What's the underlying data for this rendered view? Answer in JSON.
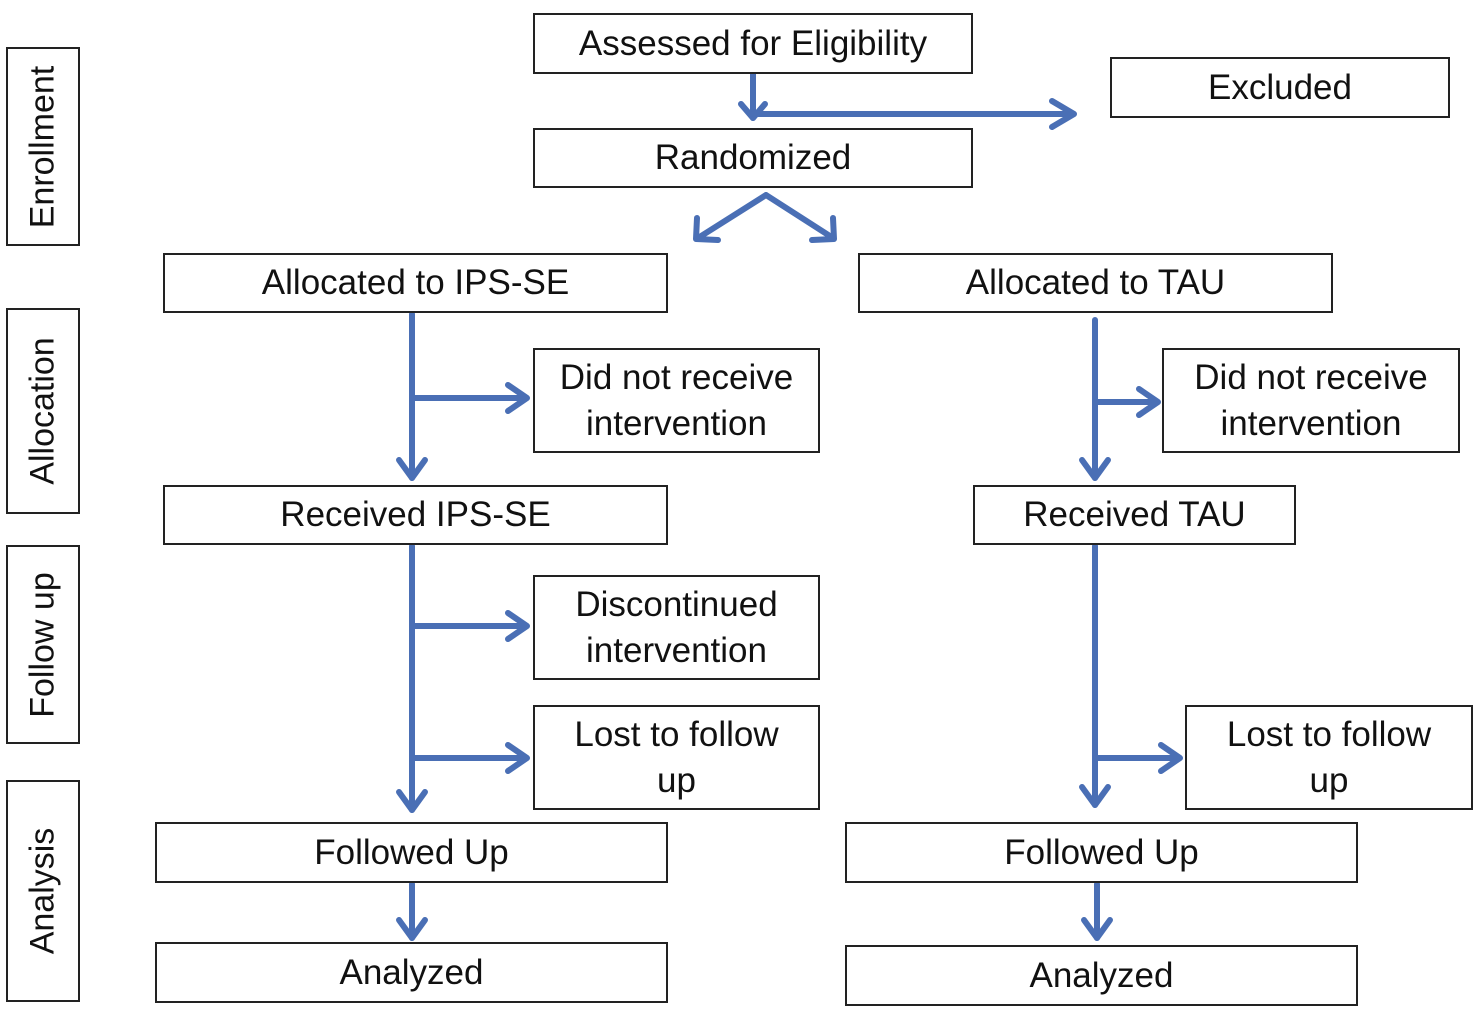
{
  "phases": {
    "enrollment": "Enrollment",
    "allocation": "Allocation",
    "follow_up": "Follow up",
    "analysis": "Analysis"
  },
  "top": {
    "assessed": "Assessed for Eligibility",
    "excluded": "Excluded",
    "randomized": "Randomized"
  },
  "left_arm": {
    "allocated": "Allocated to IPS-SE",
    "did_not_receive_1": "Did not receive",
    "did_not_receive_2": "intervention",
    "received": "Received IPS-SE",
    "discontinued_1": "Discontinued",
    "discontinued_2": "intervention",
    "lost_1": "Lost to follow",
    "lost_2": "up",
    "followed_up": "Followed Up",
    "analyzed": "Analyzed"
  },
  "right_arm": {
    "allocated": "Allocated to TAU",
    "did_not_receive_1": "Did not receive",
    "did_not_receive_2": "intervention",
    "received": "Received TAU",
    "lost_1": "Lost to follow",
    "lost_2": "up",
    "followed_up": "Followed Up",
    "analyzed": "Analyzed"
  },
  "colors": {
    "arrow": "#4a6fb5",
    "border": "#222222"
  }
}
